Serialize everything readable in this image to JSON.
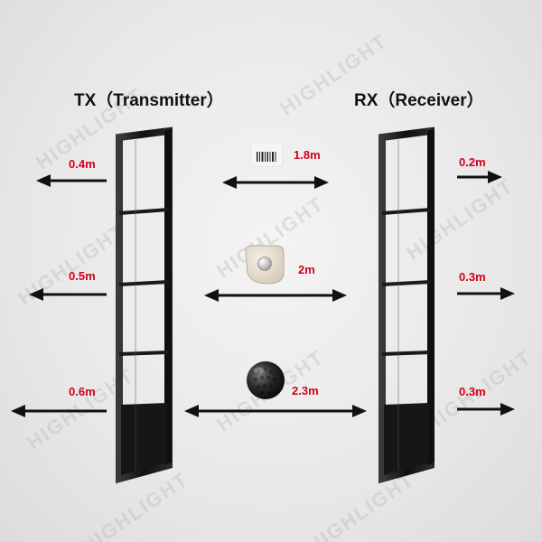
{
  "titles": {
    "tx": "TX（Transmitter）",
    "rx": "RX（Receiver）"
  },
  "watermark": "HIGHLIGHT",
  "distances": {
    "tx_top": "0.4m",
    "tx_mid": "0.5m",
    "tx_bottom": "0.6m",
    "between_top": "1.8m",
    "between_mid": "2m",
    "between_bottom": "2.3m",
    "rx_top": "0.2m",
    "rx_mid": "0.3m",
    "rx_bottom": "0.3m"
  },
  "tags": {
    "top": "label-tag-icon",
    "mid": "square-hard-tag-icon",
    "bottom": "golf-ball-hard-tag-icon"
  },
  "colors": {
    "distance_text": "#d0021b",
    "arrow": "#111111",
    "antenna": "#1a1a1a"
  }
}
